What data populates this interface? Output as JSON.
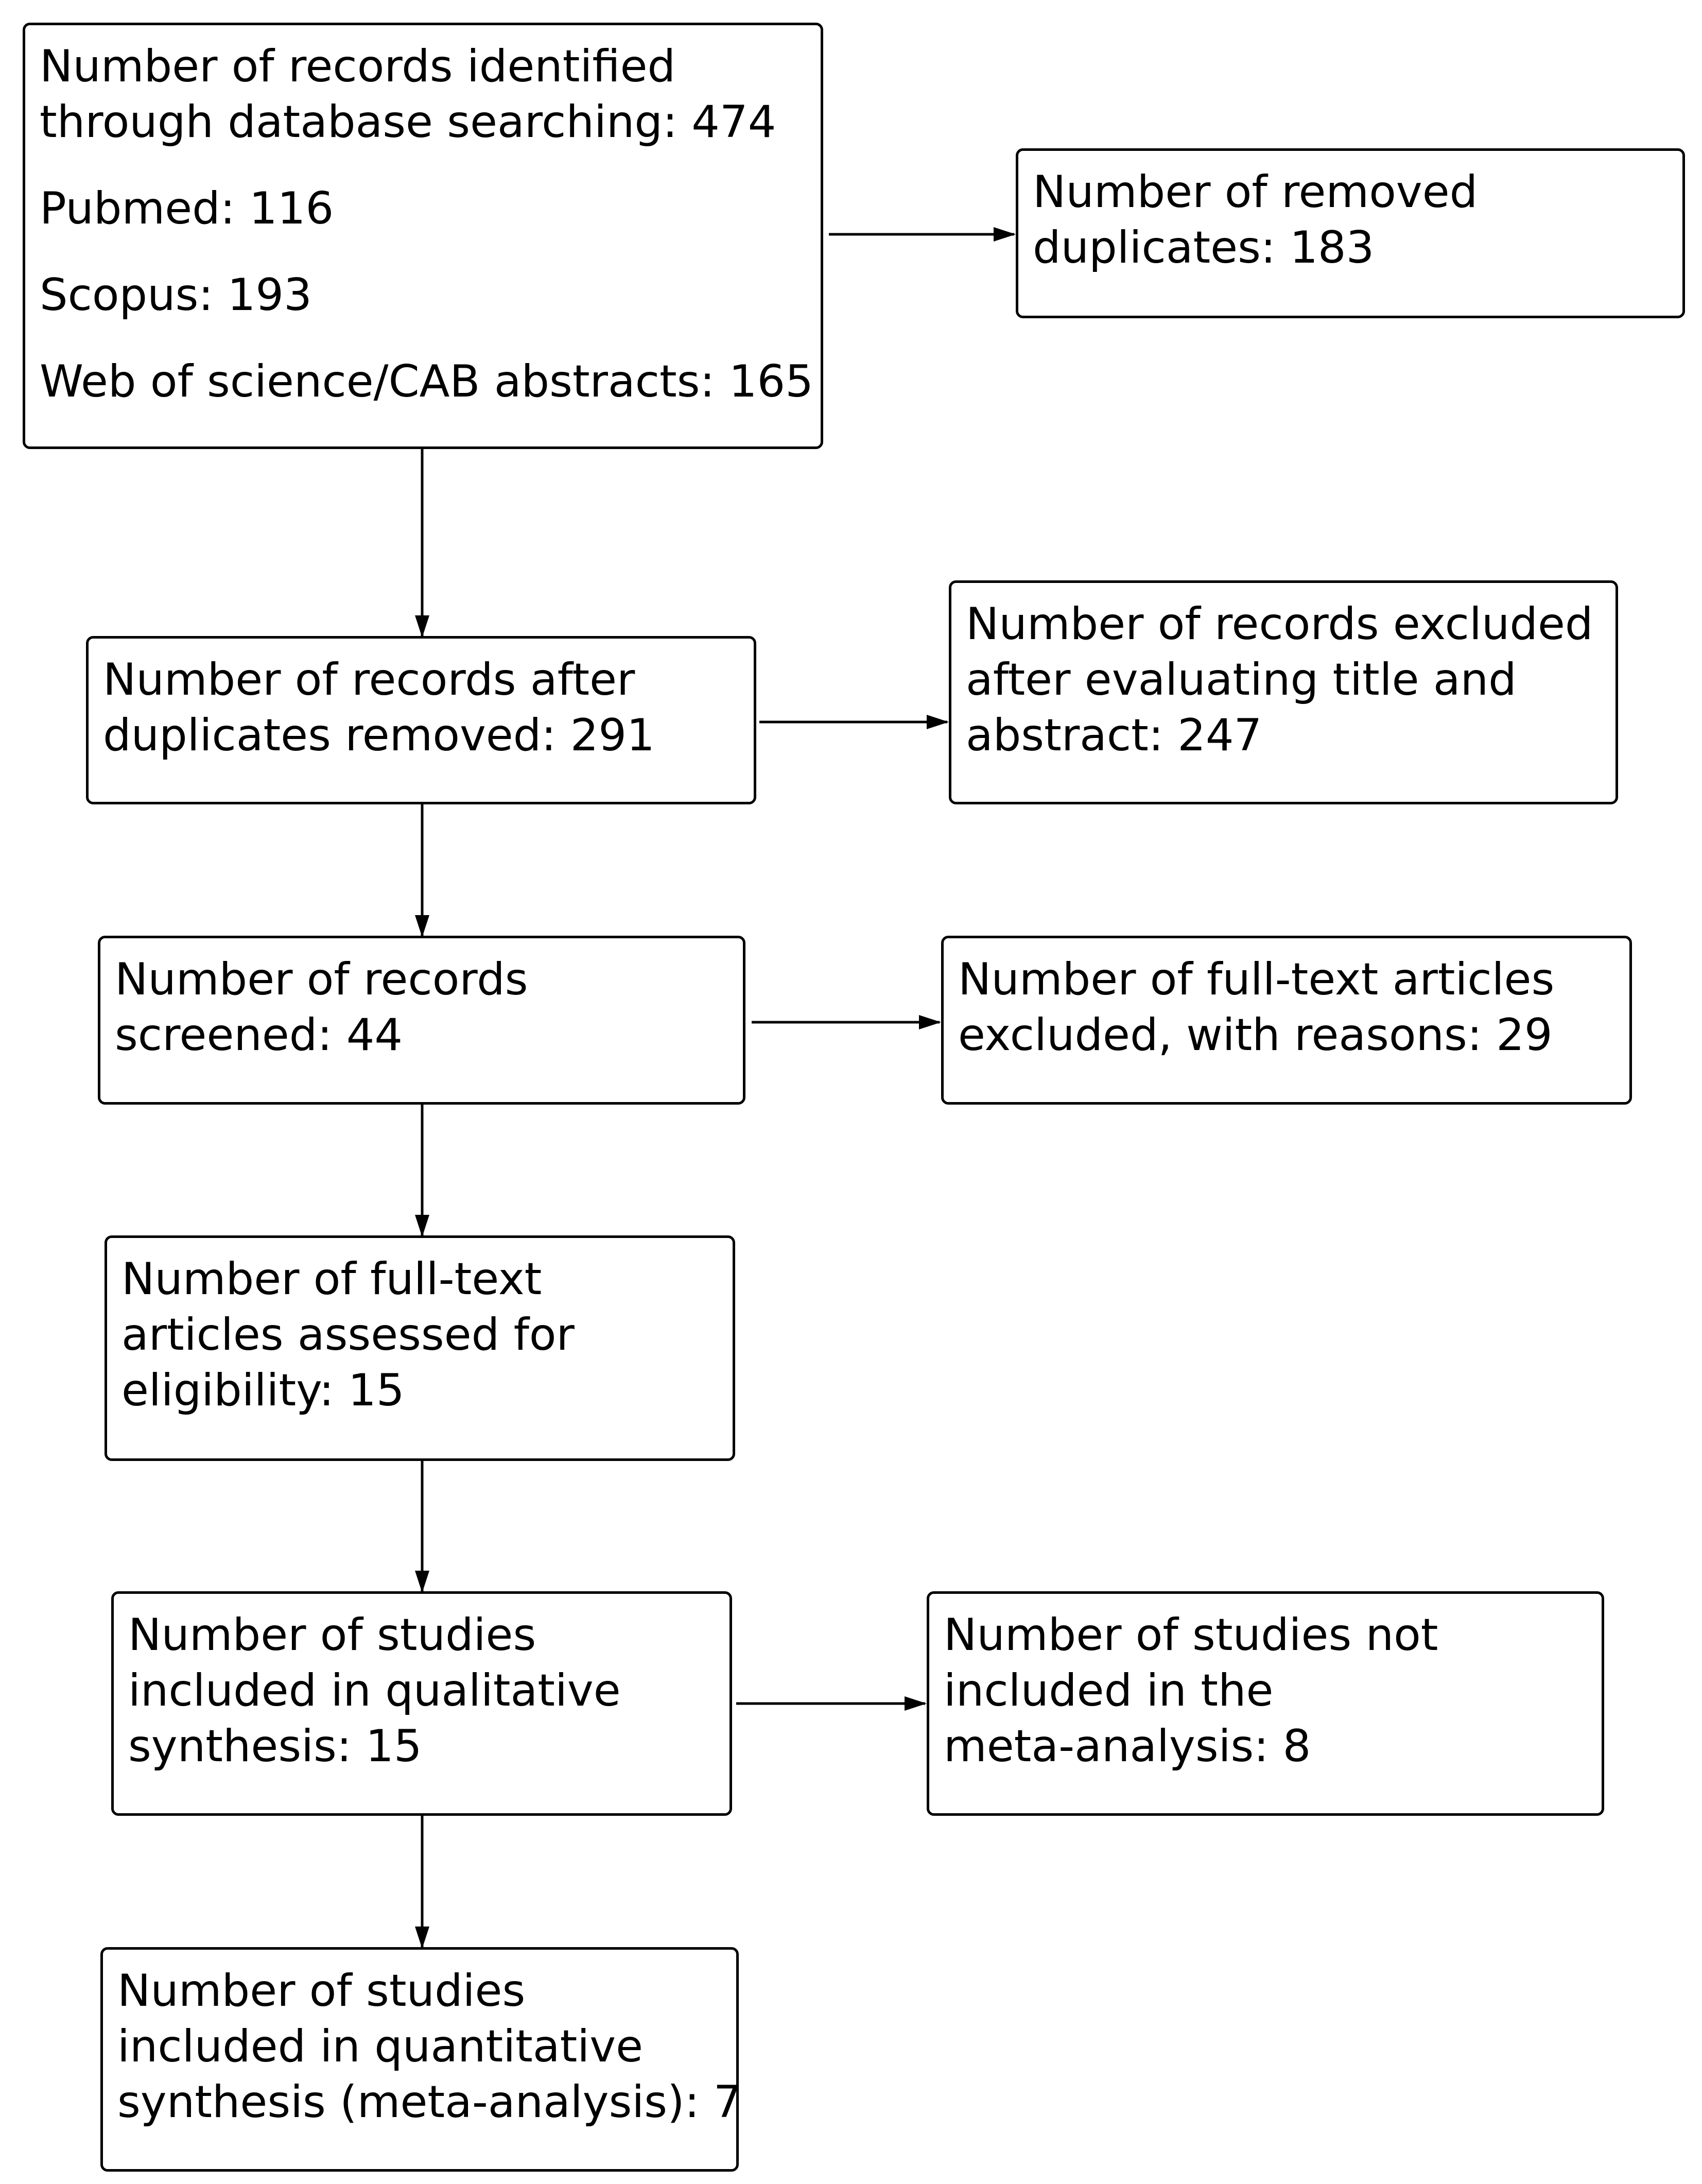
{
  "boxes": {
    "identified": {
      "lines": [
        "Number of records identified",
        "through database searching: 474",
        "Pubmed: 116",
        "Scopus: 193",
        "Web of science/CAB abstracts: 165"
      ]
    },
    "removed_duplicates": {
      "lines": [
        "Number of removed",
        "duplicates: 183"
      ]
    },
    "after_duplicates": {
      "lines": [
        "Number of records after",
        "duplicates removed: 291"
      ]
    },
    "excluded_title_abstract": {
      "lines": [
        "Number of records excluded",
        "after evaluating title and",
        "abstract: 247"
      ]
    },
    "screened": {
      "lines": [
        "Number of records",
        "screened: 44"
      ]
    },
    "fulltext_excluded": {
      "lines": [
        "Number of full-text articles",
        "excluded, with reasons: 29"
      ]
    },
    "assessed": {
      "lines": [
        "Number of full-text",
        "articles assessed for",
        "eligibility: 15"
      ]
    },
    "qualitative": {
      "lines": [
        "Number of studies",
        "included in qualitative",
        "synthesis: 15"
      ]
    },
    "not_in_meta": {
      "lines": [
        "Number of studies not",
        "included in the",
        "meta-analysis: 8"
      ]
    },
    "quantitative": {
      "lines": [
        "Number of studies",
        "included in quantitative",
        "synthesis (meta-analysis): 7"
      ]
    }
  }
}
